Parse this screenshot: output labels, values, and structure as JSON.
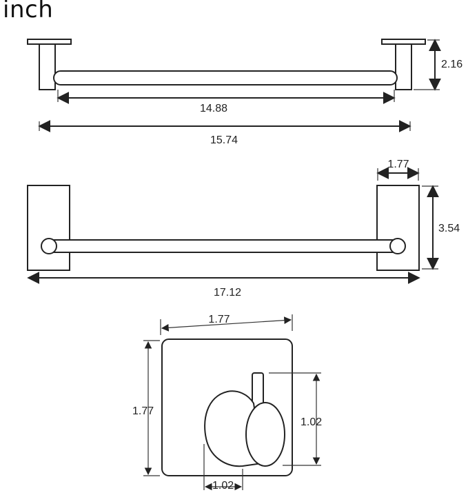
{
  "unit": "inch",
  "bar_top_view": {
    "inner_length": "14.88",
    "total_length": "15.74",
    "depth": "2.16"
  },
  "bar_front_view": {
    "overall_length": "17.12",
    "plate_width": "1.77",
    "plate_height": "3.54"
  },
  "hook_view": {
    "plate_width": "1.77",
    "plate_height": "1.77",
    "hook_height": "1.02",
    "hook_width": "1.02"
  }
}
